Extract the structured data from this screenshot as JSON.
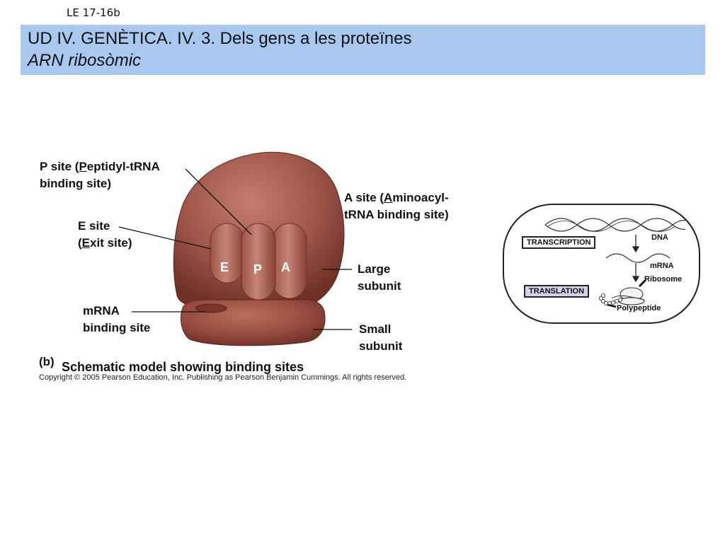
{
  "slide_ref": "LE 17-16b",
  "title": {
    "main": "UD IV. GENÈTICA. IV. 3. Dels gens a les proteïnes",
    "sub": "ARN ribosòmic"
  },
  "labels": {
    "p_site": {
      "line1_pre": "P site (",
      "line1_ul": "P",
      "line1_post": "eptidyl-tRNA",
      "line2": "binding site)"
    },
    "e_site": {
      "line1": "E site",
      "line2_pre": "(",
      "line2_ul": "E",
      "line2_post": "xit site)"
    },
    "a_site": {
      "line1_pre": "A site (",
      "line1_ul": "A",
      "line1_post": "minoacyl-",
      "line2": "tRNA binding site)"
    },
    "mrna_site": {
      "line1": "mRNA",
      "line2": "binding site"
    },
    "large_subunit": {
      "line1": "Large",
      "line2": "subunit"
    },
    "small_subunit": {
      "line1": "Small",
      "line2": "subunit"
    }
  },
  "sites": {
    "e": "E",
    "p": "P",
    "a": "A"
  },
  "caption": {
    "letter": "(b)",
    "text": "Schematic model showing binding sites"
  },
  "copyright": "Copyright © 2005 Pearson Education, Inc. Publishing as Pearson Benjamin Cummings. All rights reserved.",
  "overview": {
    "transcription": "TRANSCRIPTION",
    "translation": "TRANSLATION",
    "dna": "DNA",
    "mrna": "mRNA",
    "ribosome": "Ribosome",
    "polypeptide": "Polypeptide"
  },
  "colors": {
    "title_band": "#a9c8f0",
    "ribosome": "#a0574a",
    "translation_box": "#d5d0ec"
  }
}
